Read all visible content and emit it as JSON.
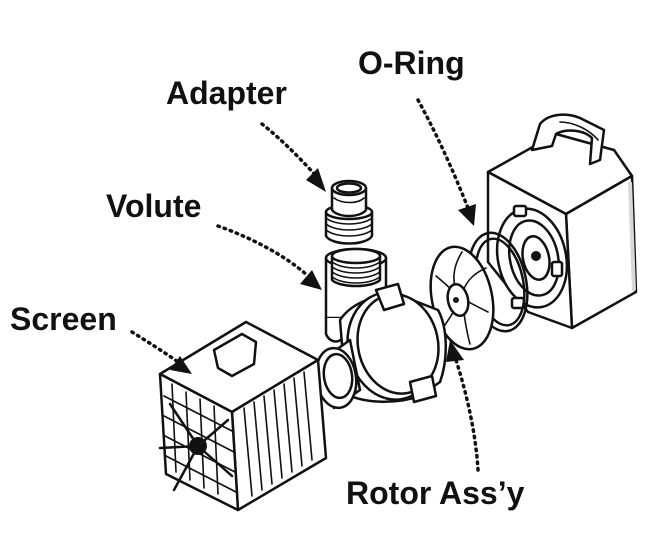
{
  "labels": {
    "adapter": "Adapter",
    "o_ring": "O-Ring",
    "volute": "Volute",
    "screen": "Screen",
    "rotor_assy": "Rotor Ass’y"
  }
}
